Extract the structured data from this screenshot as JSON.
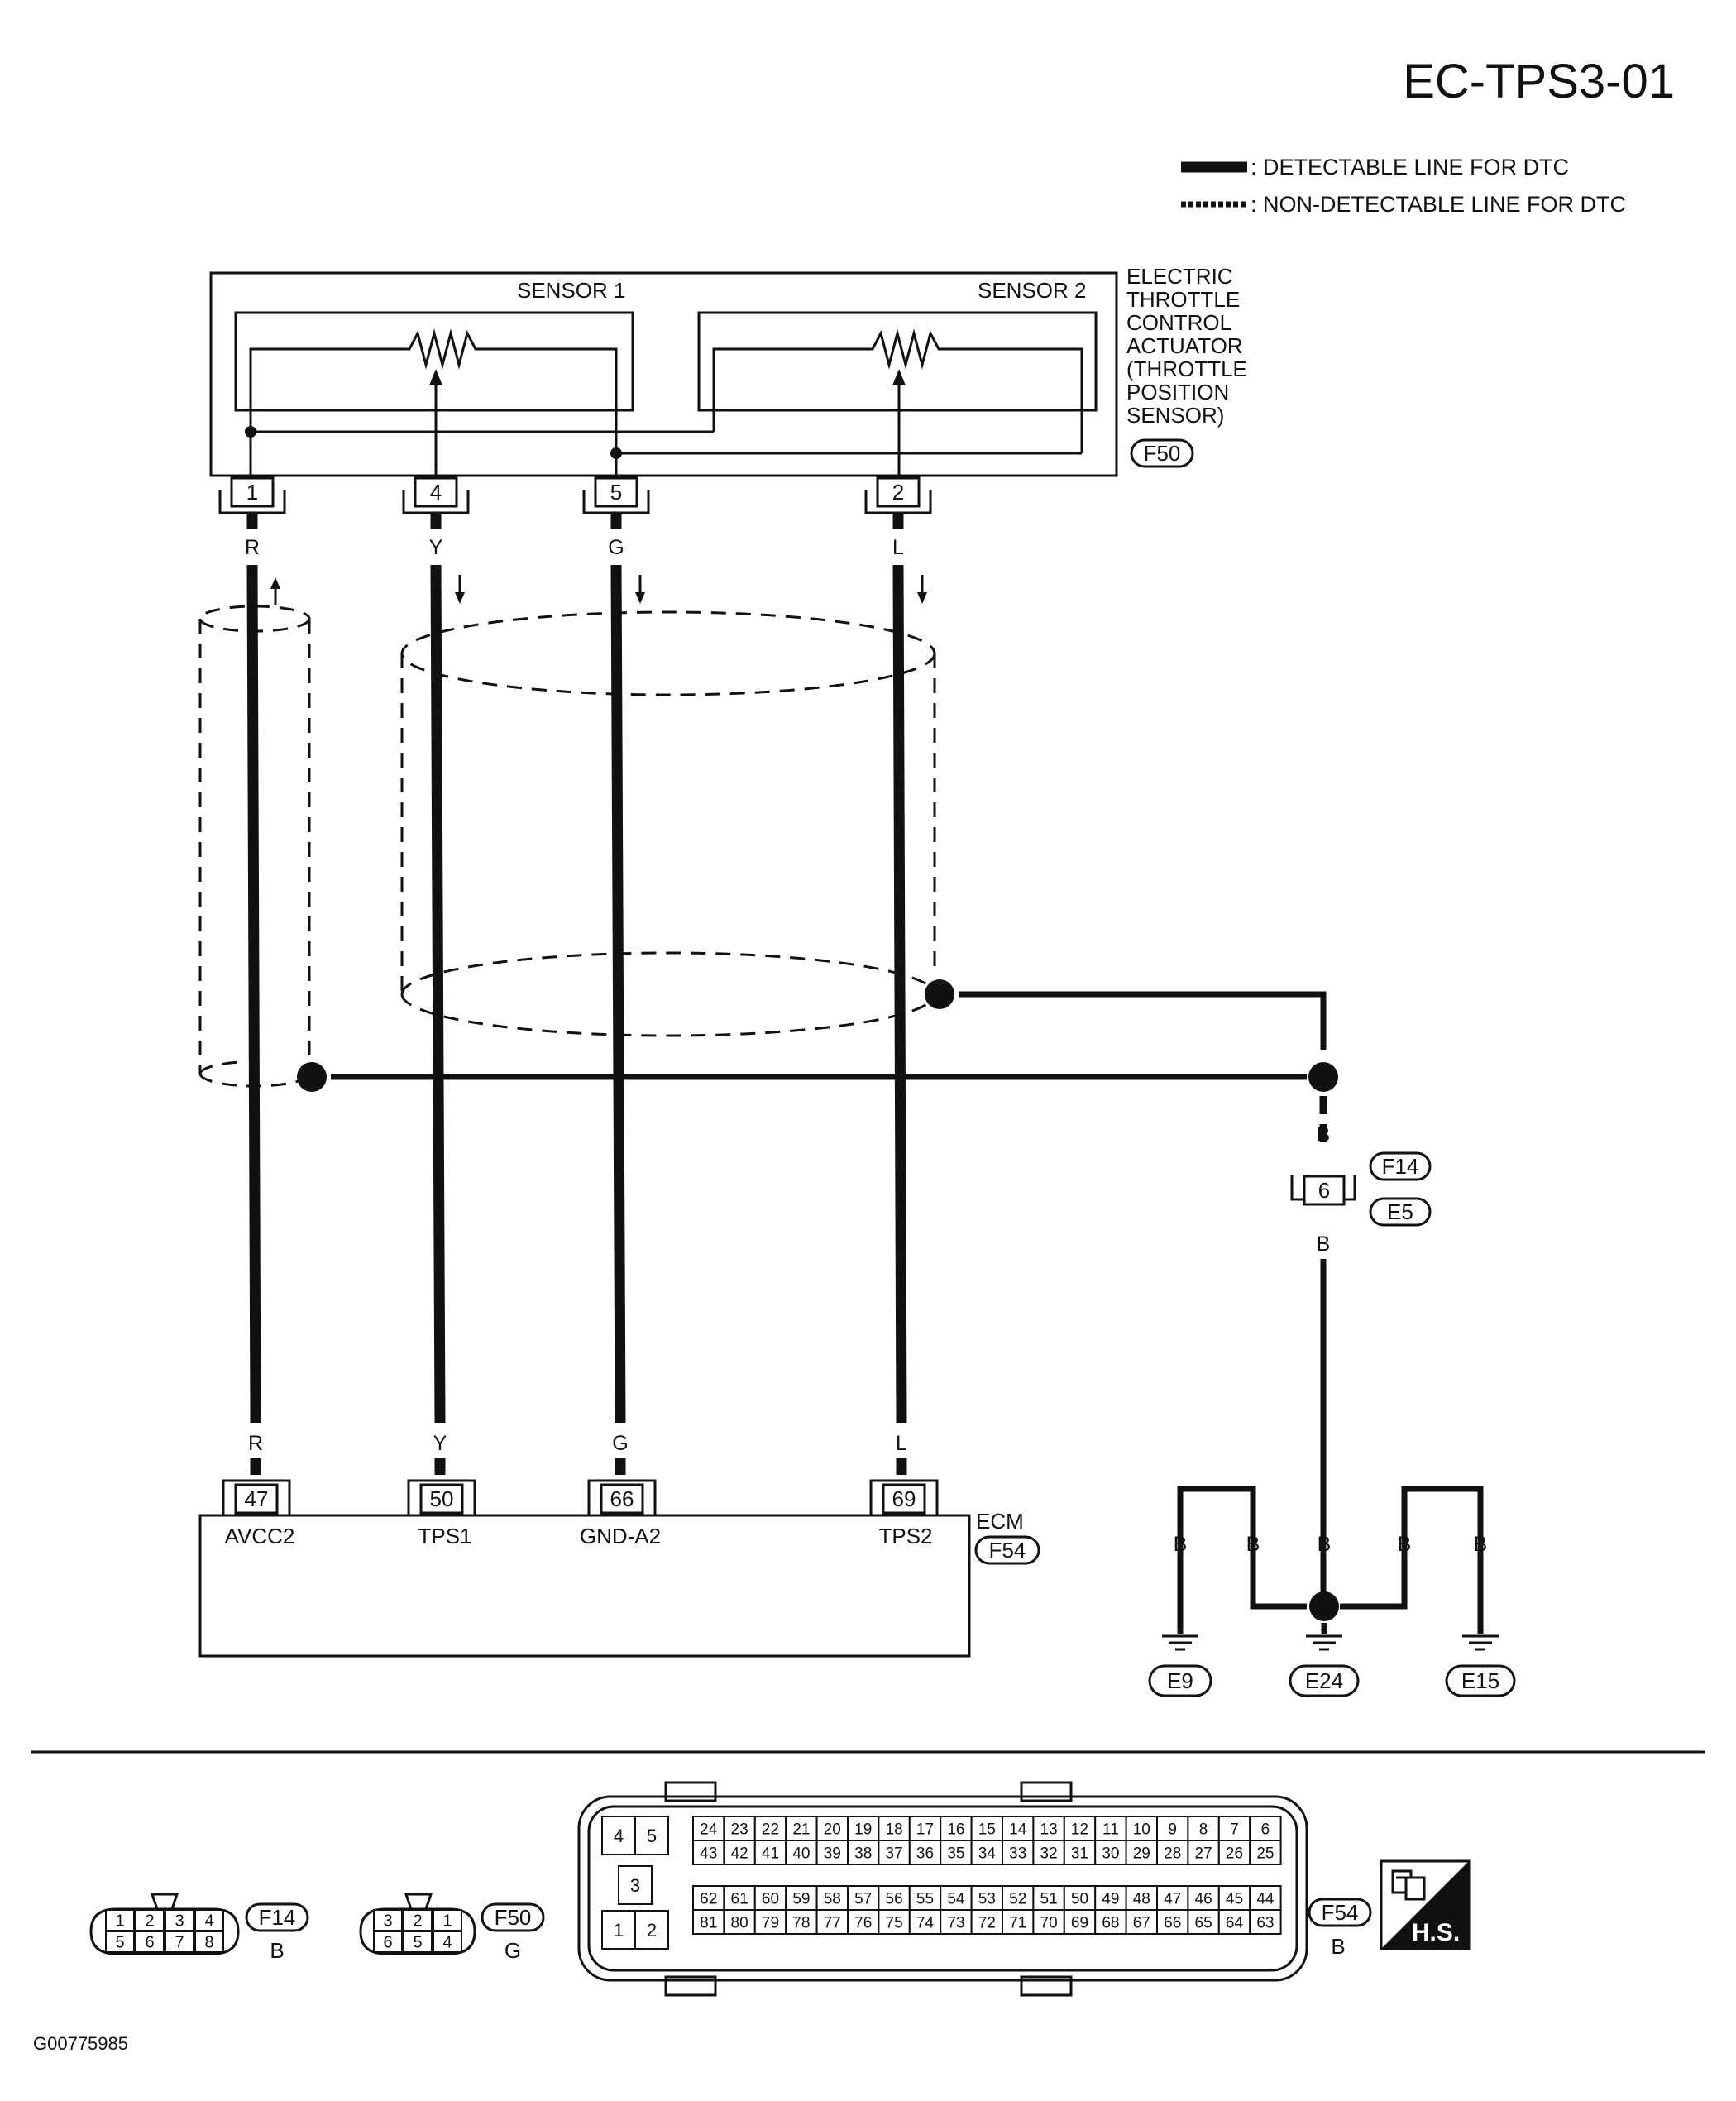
{
  "page": {
    "title": "EC-TPS3-01",
    "figure_code": "G00775985"
  },
  "legend": {
    "detectable": ": DETECTABLE LINE FOR DTC",
    "non_detectable": ": NON-DETECTABLE LINE FOR DTC"
  },
  "actuator": {
    "name_lines": [
      "ELECTRIC",
      "THROTTLE",
      "CONTROL",
      "ACTUATOR",
      "(THROTTLE",
      "POSITION",
      "SENSOR)"
    ],
    "connector": "F50",
    "sensor1": "SENSOR 1",
    "sensor2": "SENSOR 2",
    "pins": [
      "1",
      "4",
      "5",
      "2"
    ]
  },
  "wires": [
    {
      "color_top": "R",
      "color_bottom": "R",
      "ecm_pin": "47",
      "signal": "AVCC2"
    },
    {
      "color_top": "Y",
      "color_bottom": "Y",
      "ecm_pin": "50",
      "signal": "TPS1"
    },
    {
      "color_top": "G",
      "color_bottom": "G",
      "ecm_pin": "66",
      "signal": "GND-A2"
    },
    {
      "color_top": "L",
      "color_bottom": "L",
      "ecm_pin": "69",
      "signal": "TPS2"
    }
  ],
  "ecm": {
    "name": "ECM",
    "connector": "F54"
  },
  "ground_path": {
    "wire_top": "B",
    "joint_pin": "6",
    "joint_connectors": [
      "F14",
      "E5"
    ],
    "wire_bottom": "B",
    "branch_colors": [
      "B",
      "B",
      "B",
      "B",
      "B"
    ],
    "grounds": [
      "E9",
      "E24",
      "E15"
    ]
  },
  "connector_views": {
    "f14": {
      "code": "F14",
      "color": "B",
      "top_row": [
        "1",
        "2",
        "3",
        "4"
      ],
      "bottom_row": [
        "5",
        "6",
        "7",
        "8"
      ]
    },
    "f50": {
      "code": "F50",
      "color": "G",
      "top_row": [
        "3",
        "2",
        "1"
      ],
      "bottom_row": [
        "6",
        "5",
        "4"
      ]
    },
    "f54": {
      "code": "F54",
      "color": "B",
      "left_block": [
        "4",
        "5",
        "3",
        "1",
        "2"
      ],
      "row1": [
        "24",
        "23",
        "22",
        "21",
        "20",
        "19",
        "18",
        "17",
        "16",
        "15",
        "14",
        "13",
        "12",
        "11",
        "10",
        "9",
        "8",
        "7",
        "6"
      ],
      "row2": [
        "43",
        "42",
        "41",
        "40",
        "39",
        "38",
        "37",
        "36",
        "35",
        "34",
        "33",
        "32",
        "31",
        "30",
        "29",
        "28",
        "27",
        "26",
        "25"
      ],
      "row3": [
        "62",
        "61",
        "60",
        "59",
        "58",
        "57",
        "56",
        "55",
        "54",
        "53",
        "52",
        "51",
        "50",
        "49",
        "48",
        "47",
        "46",
        "45",
        "44"
      ],
      "row4": [
        "81",
        "80",
        "79",
        "78",
        "77",
        "76",
        "75",
        "74",
        "73",
        "72",
        "71",
        "70",
        "69",
        "68",
        "67",
        "66",
        "65",
        "64",
        "63"
      ]
    },
    "badge": "H.S."
  }
}
